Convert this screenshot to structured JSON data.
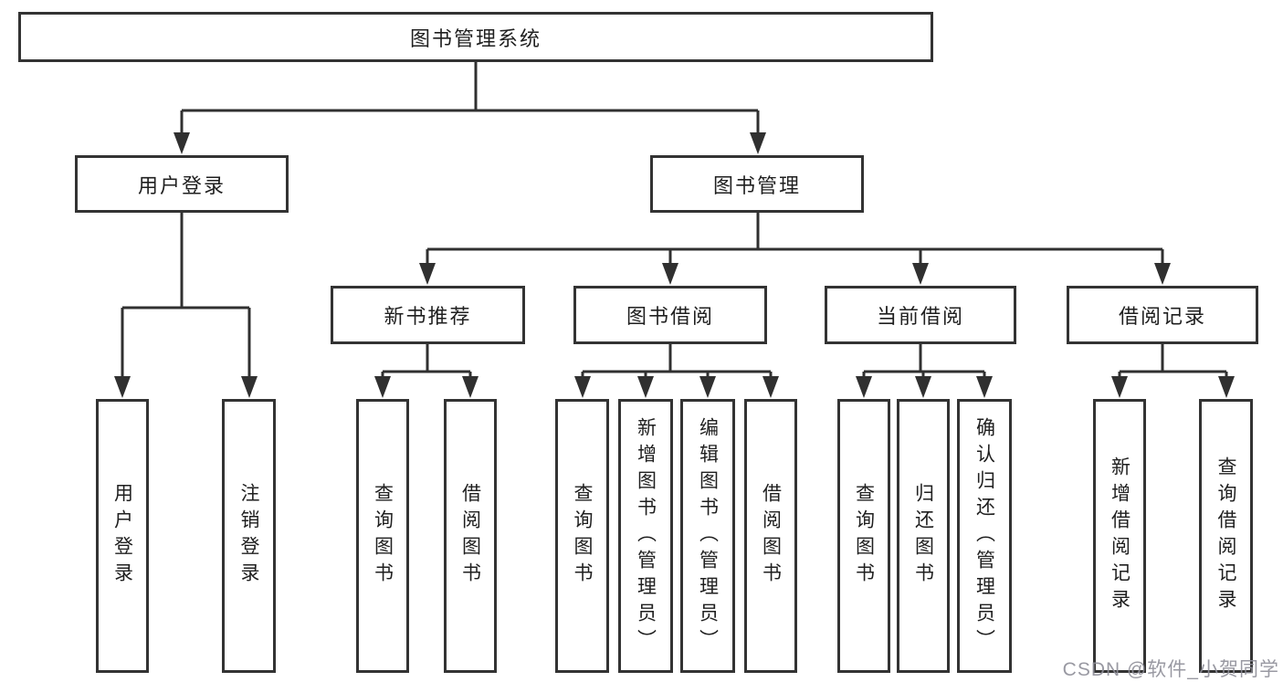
{
  "colors": {
    "line": "#303030",
    "box_border": "#333333",
    "text": "#1f1f1f",
    "background": "#ffffff",
    "watermark": "#8f8f99"
  },
  "tree": {
    "root": {
      "label": "图书管理系统"
    },
    "level1": [
      {
        "label": "用户登录",
        "parent": "图书管理系统"
      },
      {
        "label": "图书管理",
        "parent": "图书管理系统"
      }
    ],
    "level2": [
      {
        "label": "新书推荐",
        "parent": "图书管理"
      },
      {
        "label": "图书借阅",
        "parent": "图书管理"
      },
      {
        "label": "当前借阅",
        "parent": "图书管理"
      },
      {
        "label": "借阅记录",
        "parent": "图书管理"
      }
    ],
    "leaves": [
      {
        "label": "用户登录",
        "parent": "用户登录"
      },
      {
        "label": "注销登录",
        "parent": "用户登录"
      },
      {
        "label": "查询图书",
        "parent": "新书推荐"
      },
      {
        "label": "借阅图书",
        "parent": "新书推荐"
      },
      {
        "label": "查询图书",
        "parent": "图书借阅"
      },
      {
        "label": "新增图书（管理员）",
        "parent": "图书借阅"
      },
      {
        "label": "编辑图书（管理员）",
        "parent": "图书借阅"
      },
      {
        "label": "借阅图书",
        "parent": "图书借阅"
      },
      {
        "label": "查询图书",
        "parent": "当前借阅"
      },
      {
        "label": "归还图书",
        "parent": "当前借阅"
      },
      {
        "label": "确认归还（管理员）",
        "parent": "当前借阅"
      },
      {
        "label": "新增借阅记录",
        "parent": "借阅记录"
      },
      {
        "label": "查询借阅记录",
        "parent": "借阅记录"
      }
    ]
  },
  "watermark": {
    "text": "CSDN @软件_小贺同学"
  }
}
